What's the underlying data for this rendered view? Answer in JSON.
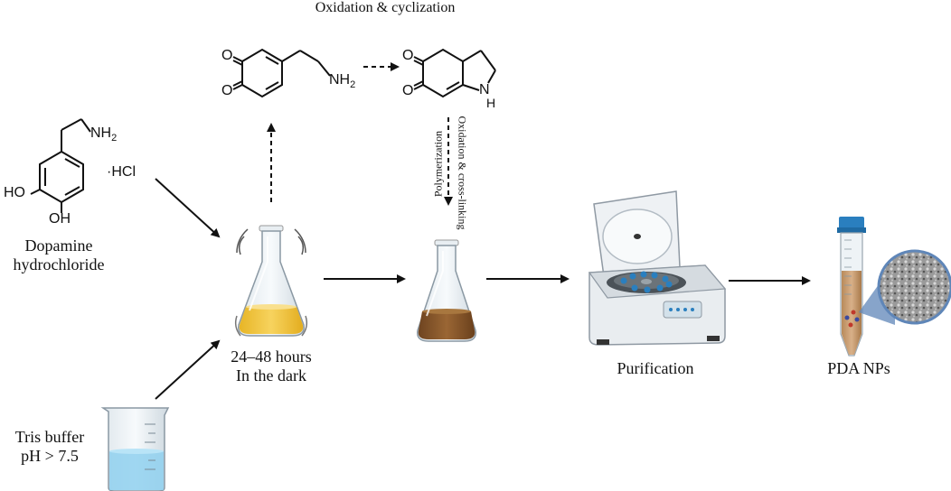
{
  "title": "Oxidation & cyclization",
  "step_vertical": {
    "line1": "Oxidation & cross-linking",
    "line2": "Polymerization"
  },
  "dopamine": {
    "nh2": "NH",
    "nh2_sub": "2",
    "hcl": "·HCl",
    "oh_left": "HO",
    "oh_bottom": "OH",
    "name_line1": "Dopamine",
    "name_line2": "hydrochloride"
  },
  "quinone": {
    "o_top": "O",
    "o_bottom": "O",
    "nh2": "NH",
    "nh2_sub": "2"
  },
  "cyclized": {
    "o_top": "O",
    "o_bottom": "O",
    "n": "N",
    "h": "H"
  },
  "tris": {
    "line1": "Tris buffer",
    "line2": "pH > 7.5"
  },
  "reaction": {
    "line1": "24–48 hours",
    "line2": "In the dark"
  },
  "purification": "Purification",
  "product": "PDA NPs",
  "colors": {
    "yellow_liquid": "#f2c94c",
    "brown_liquid": "#8a5a2b",
    "blue_liquid": "#8fd0ef",
    "tube_cap": "#2a7fbf",
    "arrow": "#111111"
  }
}
